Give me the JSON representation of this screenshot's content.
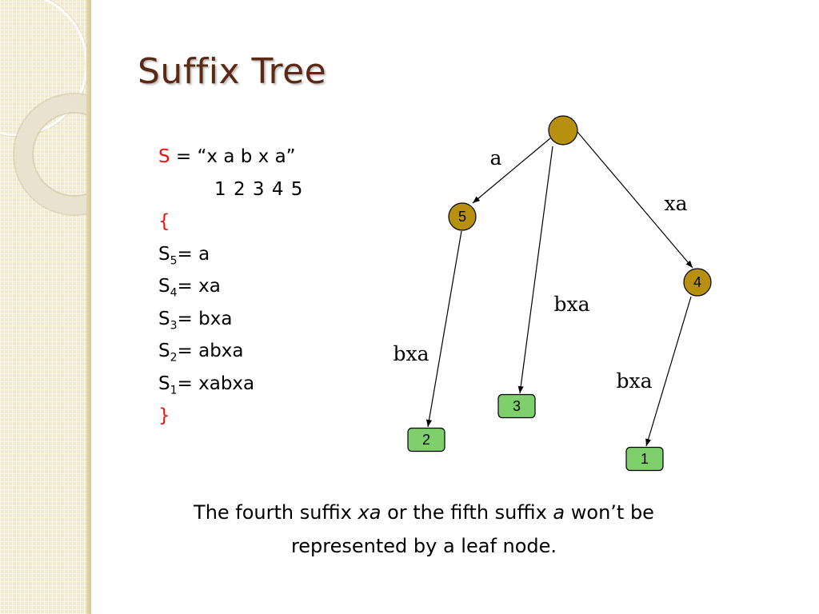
{
  "slide": {
    "title": "Suffix Tree"
  },
  "definition": {
    "string_var": "S",
    "string_value": " = “x a b x a”",
    "indexes": "1 2 3 4 5",
    "open_brace": "{",
    "close_brace": "}",
    "suffixes": [
      {
        "var": "S",
        "index": "5",
        "value": "= a"
      },
      {
        "var": "S",
        "index": "4",
        "value": "= xa"
      },
      {
        "var": "S",
        "index": "3",
        "value": "= bxa"
      },
      {
        "var": "S",
        "index": "2",
        "value": "= abxa"
      },
      {
        "var": "S",
        "index": "1",
        "value": "= xabxa"
      }
    ]
  },
  "tree": {
    "nodes": [
      {
        "id": "root",
        "kind": "internal",
        "label": ""
      },
      {
        "id": "n5",
        "kind": "internal",
        "label": "5"
      },
      {
        "id": "n4",
        "kind": "internal",
        "label": "4"
      },
      {
        "id": "l3",
        "kind": "leaf",
        "label": "3"
      },
      {
        "id": "l2",
        "kind": "leaf",
        "label": "2"
      },
      {
        "id": "l1",
        "kind": "leaf",
        "label": "1"
      }
    ],
    "edges": [
      {
        "from": "root",
        "to": "n5",
        "label": "a"
      },
      {
        "from": "root",
        "to": "l3",
        "label": "bxa"
      },
      {
        "from": "root",
        "to": "n4",
        "label": "xa"
      },
      {
        "from": "n5",
        "to": "l2",
        "label": "bxa"
      },
      {
        "from": "n4",
        "to": "l1",
        "label": "bxa"
      }
    ],
    "colors": {
      "internal": "#b8900f",
      "leaf": "#7fcf6d"
    }
  },
  "caption": {
    "part1": "The fourth suffix ",
    "em1": "xa",
    "part2": " or the fifth suffix ",
    "em2": "a",
    "part3": " won’t be",
    "line2": "represented by a leaf node."
  }
}
